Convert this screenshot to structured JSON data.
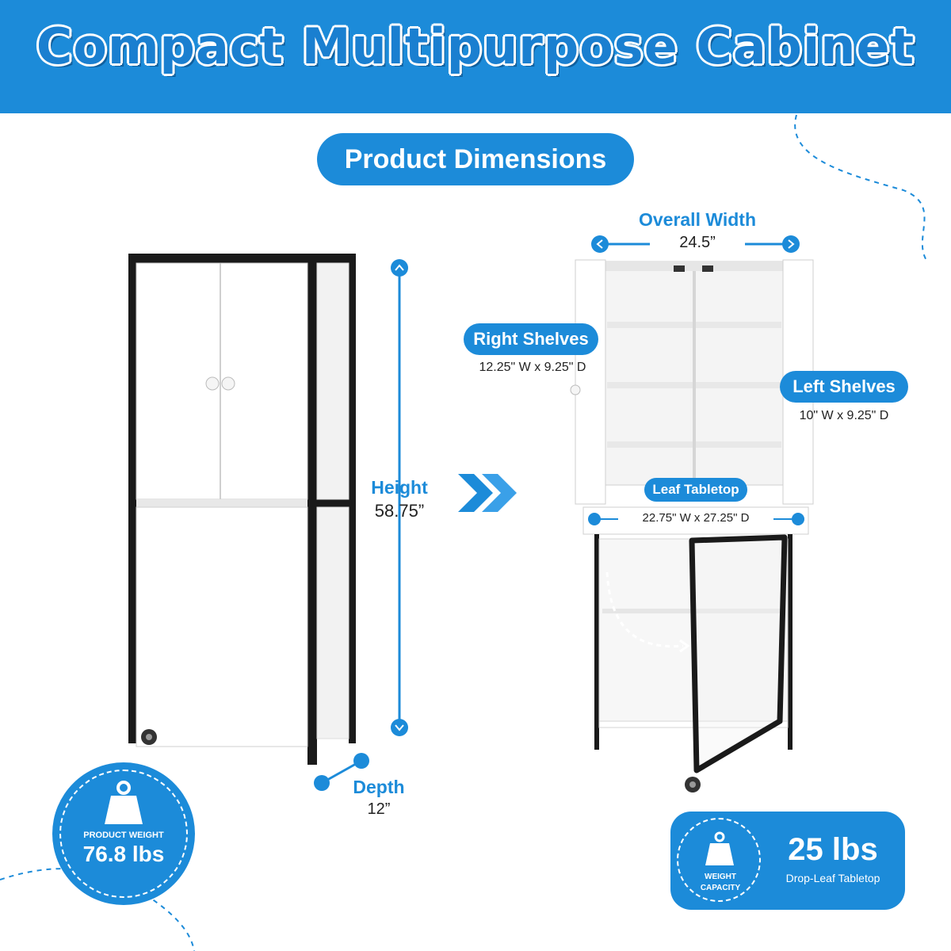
{
  "header": {
    "title": "Compact Multipurpose Cabinet"
  },
  "section": {
    "title": "Product Dimensions"
  },
  "dimensions": {
    "height_label": "Height",
    "height_value": "58.75”",
    "depth_label": "Depth",
    "depth_value": "12”",
    "width_label": "Overall Width",
    "width_value": "24.5”",
    "right_shelves_label": "Right Shelves",
    "right_shelves_value": "12.25\" W x 9.25\" D",
    "left_shelves_label": "Left Shelves",
    "left_shelves_value": "10\" W x 9.25\" D",
    "leaf_label": "Leaf Tabletop",
    "leaf_value": "22.75\" W x  27.25\" D"
  },
  "weight": {
    "label": "PRODUCT WEIGHT",
    "value": "76.8 lbs",
    "icon": "weight-icon"
  },
  "capacity": {
    "label_line1": "WEIGHT",
    "label_line2": "CAPACITY",
    "value": "25 lbs",
    "sub": "Drop-Leaf Tabletop",
    "icon": "weight-icon"
  },
  "colors": {
    "brand_blue": "#1c8bd9",
    "frame": "#1a1a1a"
  }
}
